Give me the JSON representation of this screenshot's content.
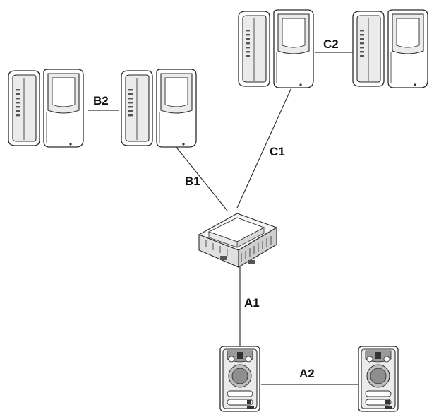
{
  "labels": {
    "a1": "A1",
    "a2": "A2",
    "b1": "B1",
    "b2": "B2",
    "c1": "C1",
    "c2": "C2"
  }
}
